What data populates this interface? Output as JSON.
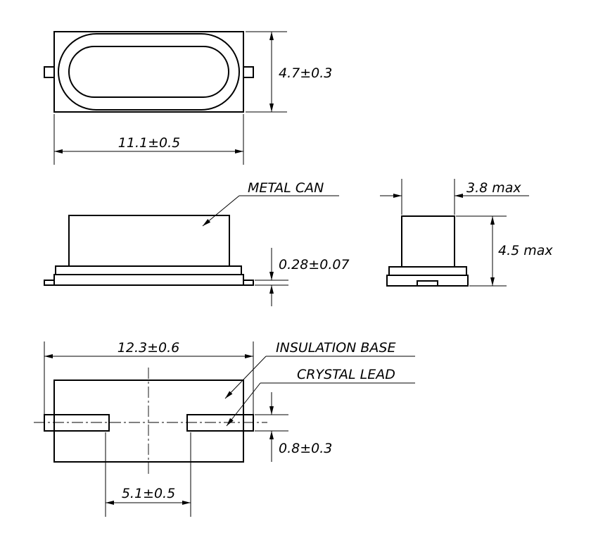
{
  "top_view": {
    "width_dim": "11.1±0.5",
    "height_dim": "4.7±0.3"
  },
  "side_view": {
    "label": "METAL CAN",
    "base_dim": "0.28±0.07"
  },
  "end_view": {
    "width_dim": "3.8 max",
    "height_dim": "4.5 max"
  },
  "bottom_view": {
    "overall_dim": "12.3±0.6",
    "insulation_label": "INSULATION BASE",
    "lead_label": "CRYSTAL LEAD",
    "lead_pitch_dim": "5.1±0.5",
    "lead_width_dim": "0.8±0.3"
  }
}
